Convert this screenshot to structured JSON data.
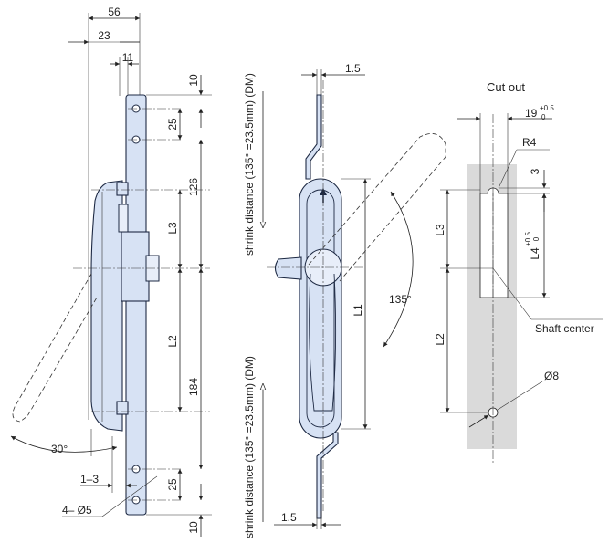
{
  "side_view": {
    "dim_56": "56",
    "dim_23": "23",
    "dim_11": "11",
    "dim_10_top": "10",
    "dim_25_top": "25",
    "dim_126": "126",
    "dim_L3": "L3",
    "dim_L2": "L2",
    "dim_184": "184",
    "dim_25_bottom": "25",
    "dim_10_bottom": "10",
    "angle_30": "30°",
    "dim_1_3": "1–3",
    "holes": "4– Ø5"
  },
  "front_view": {
    "shrink_top": "shrink distance (135° =23.5mm) (DM)",
    "shrink_bottom": "shrink distance (135° =23.5mm) (DM)",
    "dim_1_5_top": "1.5",
    "dim_1_5_bottom": "1.5",
    "dim_L1": "L1",
    "angle_135": "135°"
  },
  "cutout": {
    "title": "Cut out",
    "dim_19": "19",
    "dim_19_tol_upper": "+0.5",
    "dim_19_tol_lower": "0",
    "radius": "R4",
    "dim_3": "3",
    "dim_L3": "L3",
    "dim_L4": "L4",
    "dim_L4_tol_upper": "+0.5",
    "dim_L4_tol_lower": "0",
    "dim_L2": "L2",
    "shaft_center": "Shaft center",
    "diameter": "Ø8"
  }
}
